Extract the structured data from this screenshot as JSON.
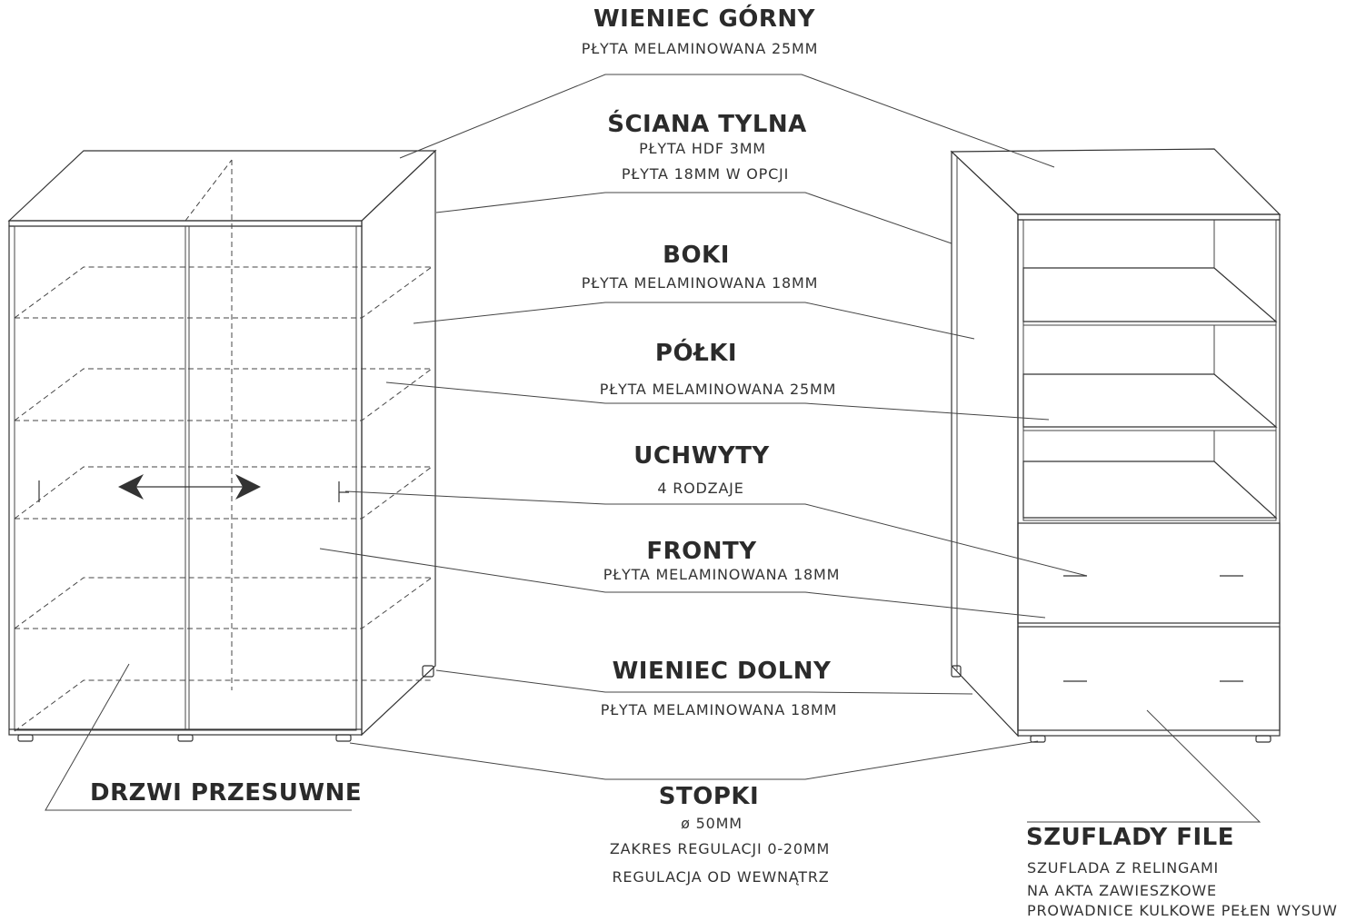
{
  "labels": {
    "wieniec_gorny": {
      "title": "WIENIEC GÓRNY",
      "sub": "PŁYTA MELAMINOWANA 25MM"
    },
    "sciana_tylna": {
      "title": "ŚCIANA TYLNA",
      "sub1": "PŁYTA HDF 3MM",
      "sub2": "PŁYTA 18MM W OPCJI"
    },
    "boki": {
      "title": "BOKI",
      "sub": "PŁYTA MELAMINOWANA 18MM"
    },
    "polki": {
      "title": "PÓŁKI",
      "sub": "PŁYTA MELAMINOWANA 25MM"
    },
    "uchwyty": {
      "title": "UCHWYTY",
      "sub": "4 RODZAJE"
    },
    "fronty": {
      "title": "FRONTY",
      "sub": "PŁYTA MELAMINOWANA 18MM"
    },
    "wieniec_dolny": {
      "title": "WIENIEC DOLNY",
      "sub": "PŁYTA MELAMINOWANA 18MM"
    },
    "stopki": {
      "title": "STOPKI",
      "sub1": "ø 50MM",
      "sub2": "ZAKRES REGULACJI 0-20MM",
      "sub3": "REGULACJA OD WEWNĄTRZ"
    },
    "drzwi": {
      "title": "DRZWI PRZESUWNE"
    },
    "szuflady": {
      "title": "SZUFLADY FILE",
      "sub1": "SZUFLADA Z RELINGAMI",
      "sub2": "NA AKTA ZAWIESZKOWE",
      "sub3": "PROWADNICE KULKOWE PEŁEN WYSUW"
    }
  }
}
